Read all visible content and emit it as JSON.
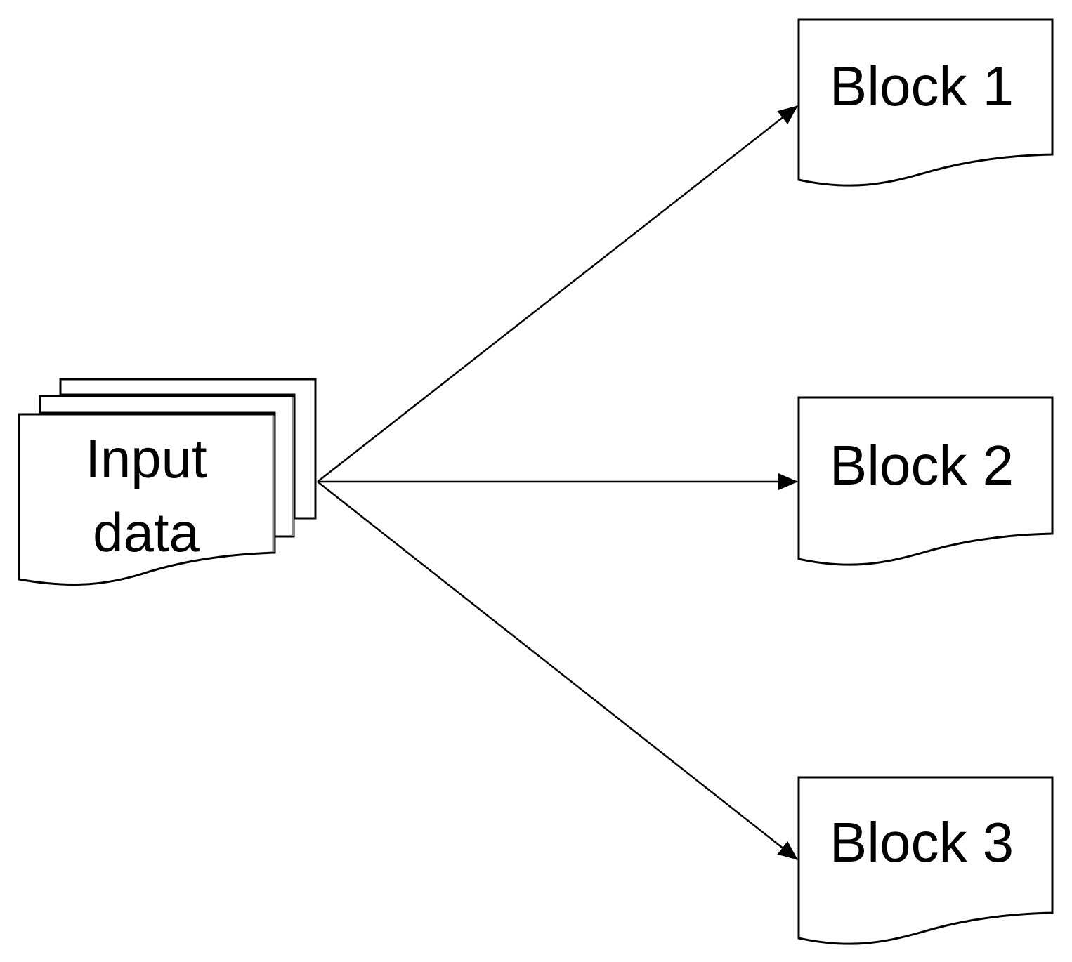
{
  "diagram": {
    "input": {
      "line1": "Input",
      "line2": "data"
    },
    "blocks": [
      {
        "label": "Block 1"
      },
      {
        "label": "Block 2"
      },
      {
        "label": "Block 3"
      }
    ],
    "colors": {
      "stroke": "#000000",
      "fill": "#ffffff",
      "shadow": "#8a8a8a"
    }
  }
}
